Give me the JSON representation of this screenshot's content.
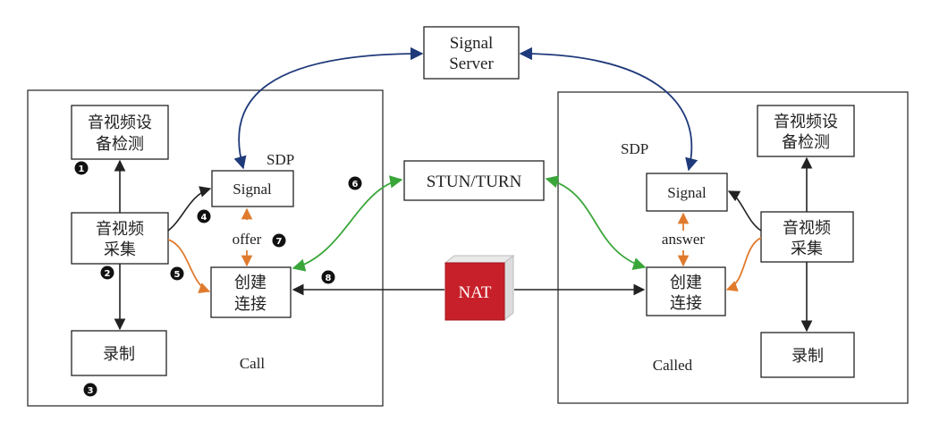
{
  "signal_server": {
    "line1": "Signal",
    "line2": "Server"
  },
  "stun_turn": "STUN/TURN",
  "nat": "NAT",
  "caller": {
    "caption": "Call",
    "sdp": "SDP",
    "device_check": {
      "line1": "音视频设",
      "line2": "备检测"
    },
    "capture": {
      "line1": "音视频",
      "line2": "采集"
    },
    "record": "录制",
    "signal": "Signal",
    "connect": {
      "line1": "创建",
      "line2": "连接"
    },
    "exchange_label": "offer"
  },
  "callee": {
    "caption": "Called",
    "sdp": "SDP",
    "device_check": {
      "line1": "音视频设",
      "line2": "备检测"
    },
    "capture": {
      "line1": "音视频",
      "line2": "采集"
    },
    "record": "录制",
    "signal": "Signal",
    "connect": {
      "line1": "创建",
      "line2": "连接"
    },
    "exchange_label": "answer"
  },
  "steps": [
    "1",
    "2",
    "3",
    "4",
    "5",
    "6",
    "7",
    "8"
  ],
  "colors": {
    "signaling": "#1f3a7a",
    "ice": "#3aa63a",
    "sdp_exchange": "#e07b2e",
    "nat_fill": "#c8202a"
  }
}
